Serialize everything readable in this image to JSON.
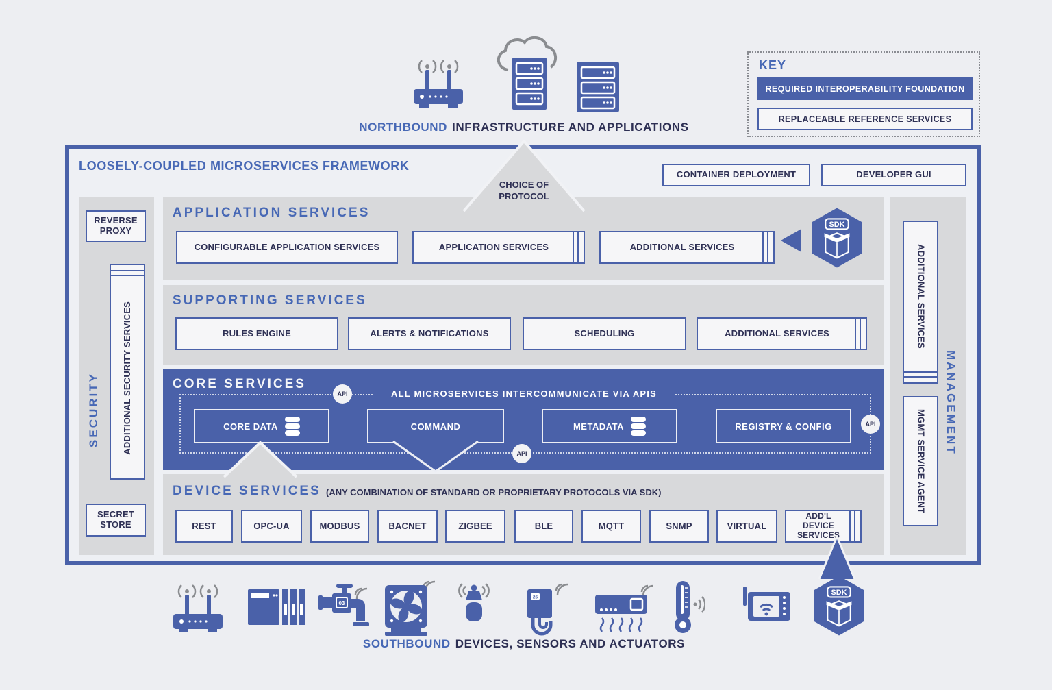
{
  "colors": {
    "blue": "#4a61a9",
    "blue_text": "#4768b5",
    "navy": "#2e3054",
    "band_gray": "#d8d9db",
    "background": "#edeef2",
    "box_bg": "#f6f6f8"
  },
  "northbound": {
    "accent": "NORTHBOUND",
    "rest": "INFRASTRUCTURE AND APPLICATIONS"
  },
  "key": {
    "title": "KEY",
    "required": "REQUIRED INTEROPERABILITY FOUNDATION",
    "replaceable": "REPLACEABLE REFERENCE SERVICES"
  },
  "framework": {
    "title": "LOOSELY-COUPLED MICROSERVICES FRAMEWORK",
    "choice_of_protocol": "CHOICE OF\nPROTOCOL",
    "container_deployment": "CONTAINER DEPLOYMENT",
    "developer_gui": "DEVELOPER GUI"
  },
  "security": {
    "label": "SECURITY",
    "reverse_proxy": "REVERSE PROXY",
    "additional": "ADDITIONAL SECURITY SERVICES",
    "secret_store": "SECRET STORE"
  },
  "management": {
    "label": "MANAGEMENT",
    "additional": "ADDITIONAL SERVICES",
    "agent": "MGMT SERVICE AGENT"
  },
  "application_services": {
    "title": "APPLICATION SERVICES",
    "boxes": [
      "CONFIGURABLE APPLICATION SERVICES",
      "APPLICATION SERVICES",
      "ADDITIONAL SERVICES"
    ],
    "sdk": "SDK"
  },
  "supporting_services": {
    "title": "SUPPORTING SERVICES",
    "boxes": [
      "RULES ENGINE",
      "ALERTS & NOTIFICATIONS",
      "SCHEDULING",
      "ADDITIONAL SERVICES"
    ]
  },
  "core_services": {
    "title": "CORE SERVICES",
    "api_note": "ALL MICROSERVICES INTERCOMMUNICATE VIA APIS",
    "api": "API",
    "boxes": [
      "CORE DATA",
      "COMMAND",
      "METADATA",
      "REGISTRY & CONFIG"
    ]
  },
  "device_services": {
    "title": "DEVICE SERVICES",
    "subtitle": "(ANY COMBINATION OF STANDARD OR PROPRIETARY PROTOCOLS VIA SDK)",
    "boxes": [
      "REST",
      "OPC-UA",
      "MODBUS",
      "BACNET",
      "ZIGBEE",
      "BLE",
      "MQTT",
      "SNMP",
      "VIRTUAL",
      "ADD'L DEVICE SERVICES"
    ]
  },
  "southbound": {
    "accent": "SOUTHBOUND",
    "rest": "DEVICES, SENSORS AND ACTUATORS",
    "sdk": "SDK"
  }
}
